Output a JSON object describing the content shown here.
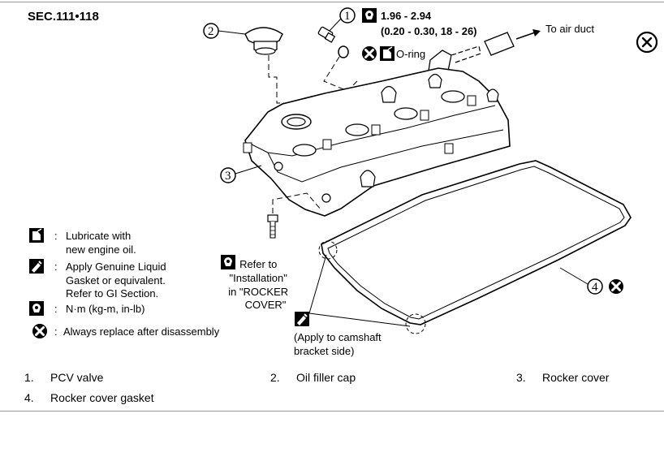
{
  "section_code": "SEC.111•118",
  "callouts": {
    "c1": "1",
    "c2": "2",
    "c3": "3",
    "c4": "4"
  },
  "torque": {
    "line1": "1.96 - 2.94",
    "line2": "(0.20 - 0.30, 18 - 26)"
  },
  "labels": {
    "to_air_duct": "To air duct",
    "o_ring": "O-ring",
    "refer_lines": [
      "Refer to",
      "\"Installation\"",
      "in \"ROCKER",
      "COVER\""
    ],
    "apply_lines": [
      "(Apply to camshaft",
      "bracket side)"
    ]
  },
  "legend": {
    "lubricate": [
      "Lubricate with",
      "new engine oil."
    ],
    "liquid_gasket": [
      "Apply Genuine Liquid",
      "Gasket or equivalent.",
      "Refer to GI Section."
    ],
    "torque_units": "N·m  (kg-m,  in-lb)",
    "replace": "Always replace after disassembly",
    "sep": ":"
  },
  "parts": [
    {
      "num": "1.",
      "name": "PCV valve"
    },
    {
      "num": "2.",
      "name": "Oil filler cap"
    },
    {
      "num": "3.",
      "name": "Rocker cover"
    },
    {
      "num": "4.",
      "name": "Rocker cover gasket"
    }
  ],
  "icons": {
    "close": "close-circle-icon",
    "torque": "torque-wrench-icon",
    "replace": "replace-x-icon",
    "lubricate": "oil-can-icon",
    "liquid_gasket": "gasket-tube-icon"
  }
}
